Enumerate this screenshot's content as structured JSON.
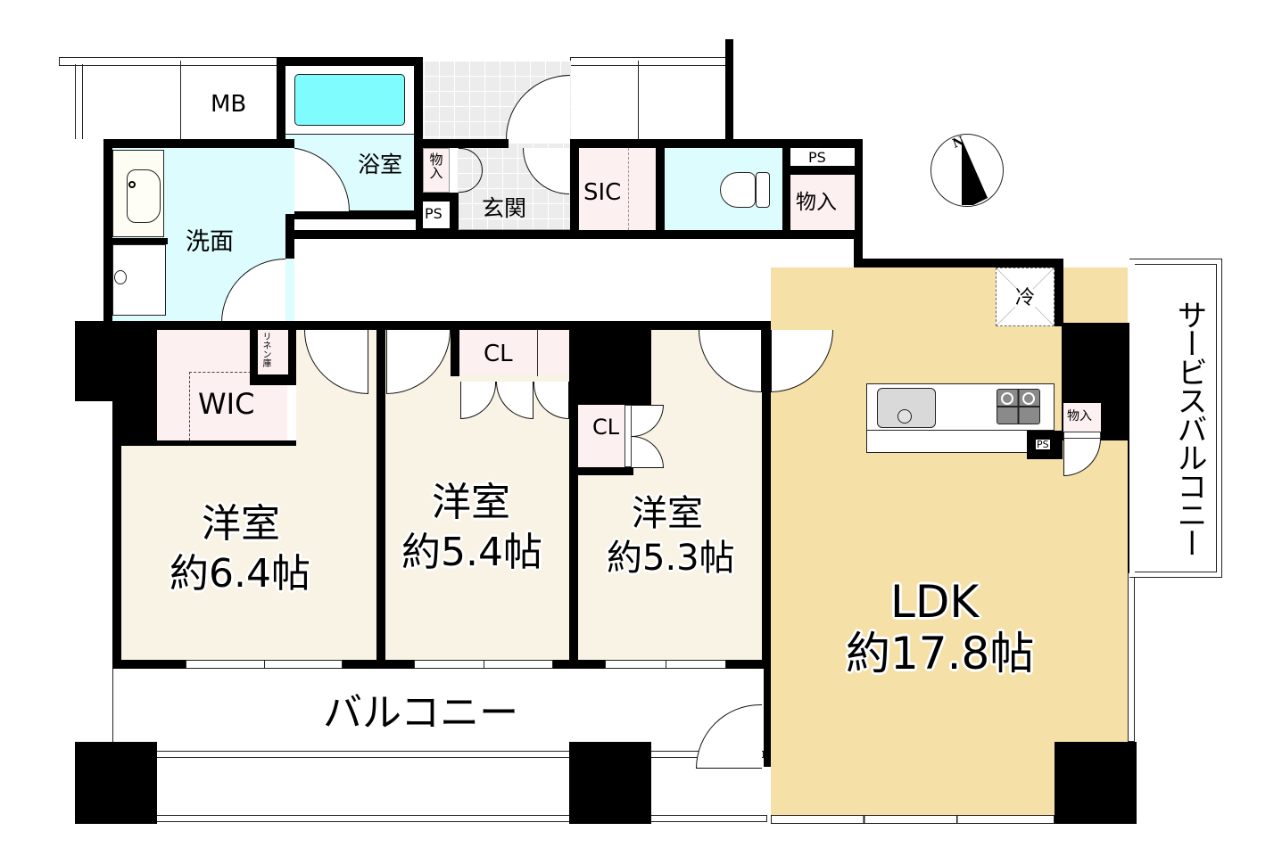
{
  "colors": {
    "wall": "#000000",
    "wet_area": "#dcfcfd",
    "bathtub": "#7ffdfe",
    "storage": "#fdf0f0",
    "bedroom": "#f8f3e4",
    "ldk": "#f5e0a8",
    "entrance_tile": "#ececec",
    "balcony": "#ffffff"
  },
  "compass": {
    "label": "N",
    "icon": "north-arrow-icon"
  },
  "rooms": {
    "mb": {
      "label": "MB"
    },
    "bathroom": {
      "label": "浴室"
    },
    "washroom": {
      "label": "洗面"
    },
    "entrance": {
      "label": "玄関"
    },
    "entrance_storage": {
      "label": "物入"
    },
    "entrance_ps": {
      "label": "PS"
    },
    "sic": {
      "label": "SIC"
    },
    "toilet_ps": {
      "label": "PS"
    },
    "toilet_storage": {
      "label": "物入"
    },
    "linen": {
      "label": "リネン庫"
    },
    "wic": {
      "label": "WIC"
    },
    "bedroom1": {
      "name": "洋室",
      "size": "約6.4帖"
    },
    "bedroom2": {
      "name": "洋室",
      "size": "約5.4帖",
      "closet": "CL"
    },
    "bedroom3": {
      "name": "洋室",
      "size": "約5.3帖",
      "closet": "CL"
    },
    "ldk": {
      "name": "LDK",
      "size": "約17.8帖"
    },
    "fridge": {
      "label": "冷"
    },
    "kitchen_storage": {
      "label": "物入"
    },
    "kitchen_ps": {
      "label": "PS"
    },
    "balcony": {
      "label": "バルコニー"
    },
    "service_balcony": {
      "label": "サービスバルコニー"
    }
  }
}
